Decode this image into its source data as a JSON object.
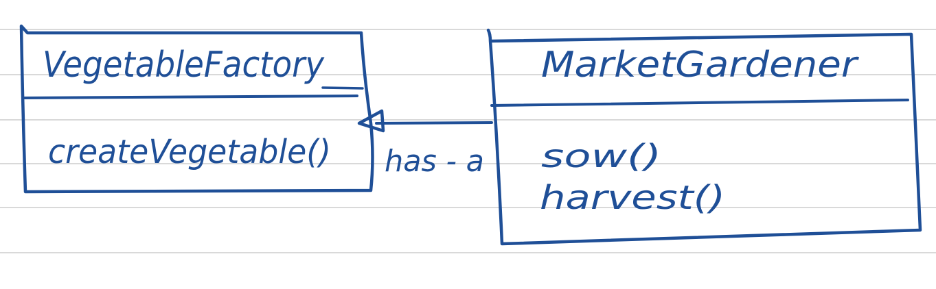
{
  "colors": {
    "ink": "#1f4f97",
    "rule": "#d9d9d9",
    "paper": "#ffffff"
  },
  "classes": [
    {
      "name": "VegetableFactory",
      "methods": [
        "createVegetable()"
      ]
    },
    {
      "name": "MarketGardener",
      "methods": [
        "sow()",
        "harvest()"
      ]
    }
  ],
  "relationship": {
    "label": "has - a",
    "source": "MarketGardener",
    "target": "VegetableFactory"
  }
}
